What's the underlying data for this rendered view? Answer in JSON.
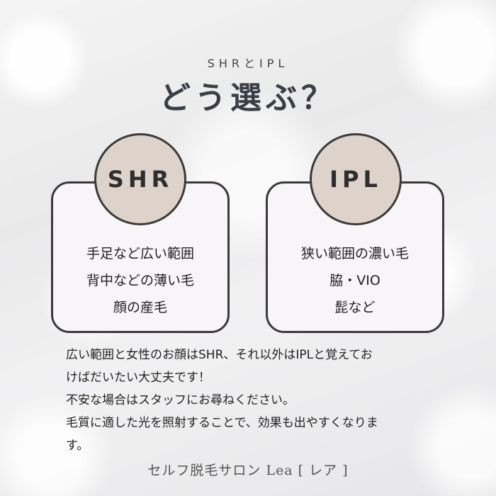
{
  "header": {
    "subtitle": "SHRとIPL",
    "title": "どう選ぶ？"
  },
  "cards": [
    {
      "label": "SHR",
      "lines": [
        "手足など広い範囲",
        "背中などの薄い毛",
        "顔の産毛"
      ]
    },
    {
      "label": "IPL",
      "lines": [
        "狭い範囲の濃い毛",
        "脇・VIO",
        "髭など"
      ]
    }
  ],
  "body": {
    "lines": [
      "広い範囲と女性のお顔はSHR、それ以外はIPLと覚えてお",
      "けばだいたい大丈夫です！",
      "不安な場合はスタッフにお尋ねください。",
      "毛質に適した光を照射することで、効果も出やすくなりま",
      "す。"
    ]
  },
  "footer": {
    "text": "セルフ脱毛サロン Lea [ レア ]"
  }
}
